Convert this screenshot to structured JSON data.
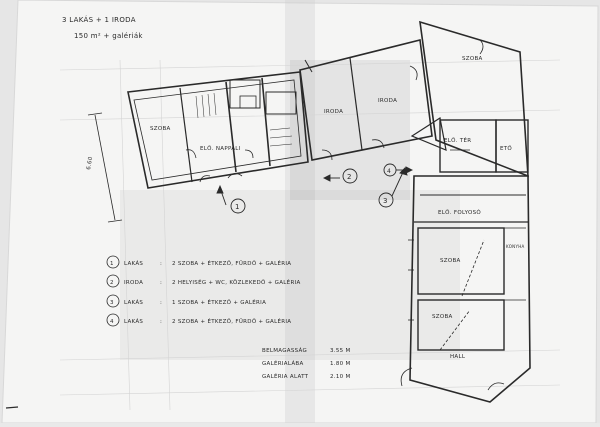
{
  "header": {
    "line1": "3 LAKÁS + 1 IRODA",
    "line2": "150 m² + galériák"
  },
  "dimension_left": "6.60",
  "rooms": {
    "szoba_left": "SZOBA",
    "eloter_nappali": "ELŐ. NAPPALI",
    "iroda": "IRODA",
    "iroda2": "IRODA",
    "szoba_top_right": "SZOBA",
    "elo_ter_right": "ELŐ. TÉR",
    "eto": "ETŐ",
    "elo_folyoso": "ELŐ. FOLYOSÓ",
    "szoba_mid": "SZOBA",
    "szoba_low": "SZOBA",
    "konyha": "KONYHA",
    "hall_small": "HALL"
  },
  "markers": [
    "1",
    "2",
    "3",
    "4"
  ],
  "legend": [
    {
      "num": "1",
      "name": "LAKÁS",
      "desc": "2 SZOBA + ÉTKEZŐ, FÜRDŐ + GALÉRIA"
    },
    {
      "num": "2",
      "name": "IRODA",
      "desc": "2 HELYISÉG + WC, KÖZLEKEDŐ + GALÉRIA"
    },
    {
      "num": "3",
      "name": "LAKÁS",
      "desc": "1 SZOBA + ÉTKEZŐ + GALÉRIA"
    },
    {
      "num": "4",
      "name": "LAKÁS",
      "desc": "2 SZOBA + ÉTKEZŐ, FÜRDŐ + GALÉRIA"
    }
  ],
  "heights": [
    {
      "label": "BELMAGASSÁG",
      "value": "3.55 M"
    },
    {
      "label": "GALÉRIALÁBA",
      "value": "1.80 M"
    },
    {
      "label": "GALÉRIA ALATT",
      "value": "2.10 M"
    }
  ],
  "colors": {
    "paper": "#f4f4f3",
    "ink": "#2a2a2a",
    "shadow": "#bdbdbd"
  }
}
